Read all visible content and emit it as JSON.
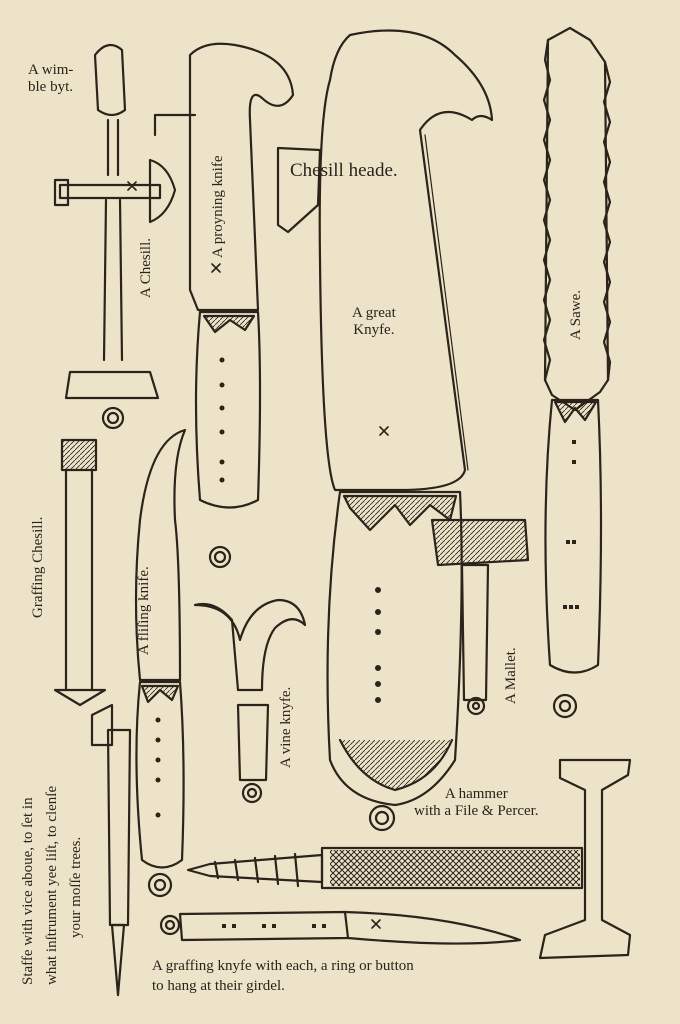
{
  "labels": {
    "wimble": "A wim-\nble byt.",
    "chesill": "A Chesill.",
    "proyning": "A proyning knife",
    "chesill_heade": "Chesill heade.",
    "great_knyfe": "A great\nKnyfe.",
    "saw": "A Sawe.",
    "graffing_chesill": "Graffing Chesill.",
    "flising": "A fliſing knife.",
    "vine": "A vine knyfe.",
    "mallet": "A Mallet.",
    "hammer": "A hammer\nwith a File & Percer.",
    "staffe_1": "Staffe with vice aboue, to ſet in",
    "staffe_2": "what inſtrument yee liſt, to clenſe",
    "staffe_3": "your moſſe trees.",
    "graffing_knyfe_1": "A graffing knyfe with each, a ring or button",
    "graffing_knyfe_2": "to hang at their girdel."
  },
  "colors": {
    "paper": "#ece3c8",
    "ink": "#2a241b"
  }
}
